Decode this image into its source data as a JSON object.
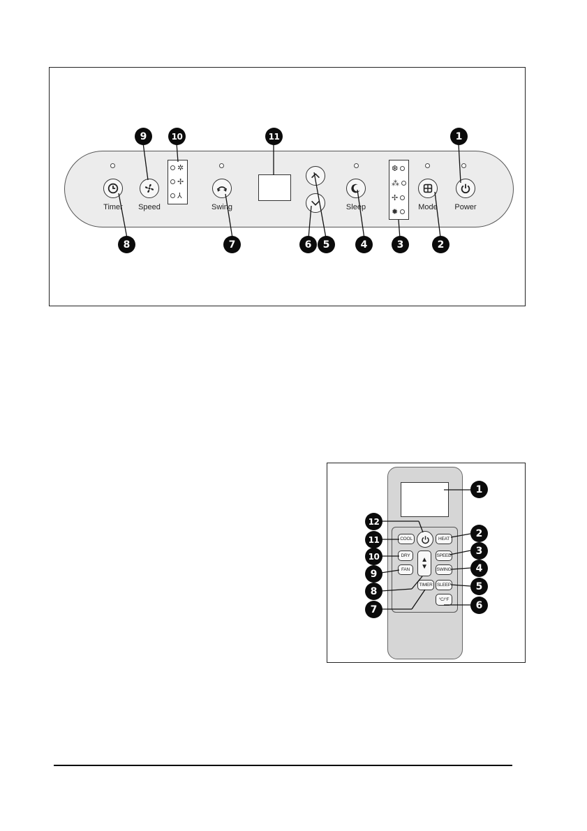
{
  "control_panel": {
    "buttons": {
      "timer": "Timer",
      "speed": "Speed",
      "swing": "Swing",
      "sleep": "Sleep",
      "mode": "Mode",
      "power": "Power"
    },
    "callouts": {
      "power": "1",
      "mode": "2",
      "mode_indicators": "3",
      "sleep": "4",
      "up": "5",
      "down": "6",
      "swing": "7",
      "timer": "8",
      "speed": "9",
      "speed_indicators": "10",
      "display": "11"
    }
  },
  "remote": {
    "keys": {
      "cool": "COOL",
      "heat": "HEAT",
      "dry": "DRY",
      "speed": "SPEED",
      "fan": "FAN",
      "swing": "SWING",
      "timer": "TIMER",
      "sleep": "SLEEP",
      "unit": "°C/°F"
    },
    "callouts": {
      "display": "1",
      "heat": "2",
      "speed": "3",
      "swing": "4",
      "sleep": "5",
      "unit": "6",
      "timer": "7",
      "updown": "8",
      "fan": "9",
      "dry": "10",
      "cool": "11",
      "power": "12"
    }
  }
}
